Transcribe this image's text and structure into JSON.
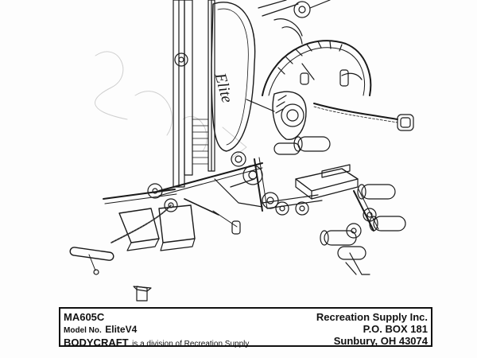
{
  "illustration": {
    "logo_text": "Elite"
  },
  "footer": {
    "manual_code": "MA605C",
    "model_label": "Model No.",
    "model_value": "EliteV4",
    "brand": "BODYCRAFT",
    "division_text": "is a division of Recreation Supply",
    "company_name": "Recreation Supply Inc.",
    "po_box": "P.O. BOX 181",
    "city_state_zip": "Sunbury, OH 43074"
  }
}
